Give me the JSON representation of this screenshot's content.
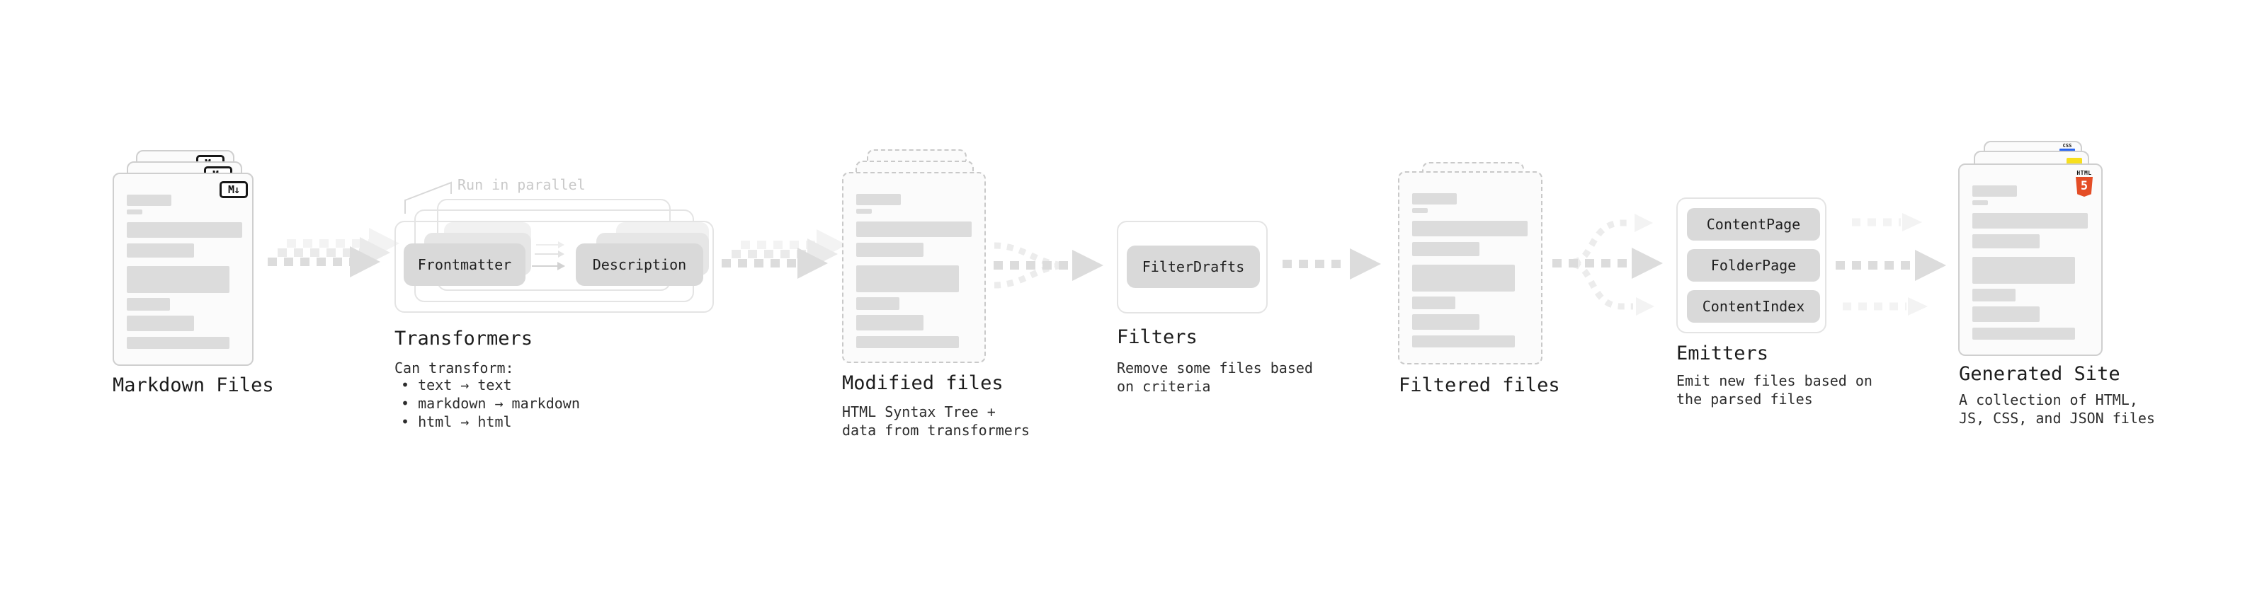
{
  "stages": {
    "markdown": {
      "title": "Markdown Files",
      "badge": "M↓"
    },
    "transformers": {
      "title": "Transformers",
      "note": "Run in parallel",
      "source_pill": "Frontmatter",
      "target_pill": "Description",
      "desc_heading": "Can transform:",
      "bullets": [
        "• text → text",
        "• markdown → markdown",
        "• html → html"
      ]
    },
    "modified": {
      "title": "Modified files",
      "desc": [
        "HTML Syntax Tree +",
        "data from transformers"
      ]
    },
    "filters": {
      "title": "Filters",
      "pill": "FilterDrafts",
      "desc": [
        "Remove some files based",
        "on criteria"
      ]
    },
    "filtered": {
      "title": "Filtered files"
    },
    "emitters": {
      "title": "Emitters",
      "pills": [
        "ContentPage",
        "FolderPage",
        "ContentIndex"
      ],
      "desc": [
        "Emit new files based on",
        "the parsed files"
      ]
    },
    "generated": {
      "title": "Generated Site",
      "desc": [
        "A collection of HTML,",
        "JS, CSS, and JSON files"
      ],
      "css_label": "CSS",
      "html_label": "HTML",
      "html_number": "5"
    }
  },
  "colors": {
    "arrow": "#dcdcdc",
    "arrow_mid": "#eaeaea",
    "arrow_light": "#f3f3f3",
    "curve": "#ececec",
    "lead": "#d8d8d8",
    "pill": "#d9d9d9",
    "pill_mid": "#e6e6e6",
    "pill_light": "#f1f1f1",
    "bar": "#dcdcdc",
    "card_border": "#cfcfcf",
    "dash_border": "#c9c9c9",
    "box_border": "#e4e4e4",
    "note": "#c9c9c9",
    "ink": "#1c1c1c",
    "ink_soft": "#2d2d2d",
    "js_yellow": "#f7df1e",
    "html_orange": "#e44d26",
    "css_blue": "#2965f1"
  }
}
